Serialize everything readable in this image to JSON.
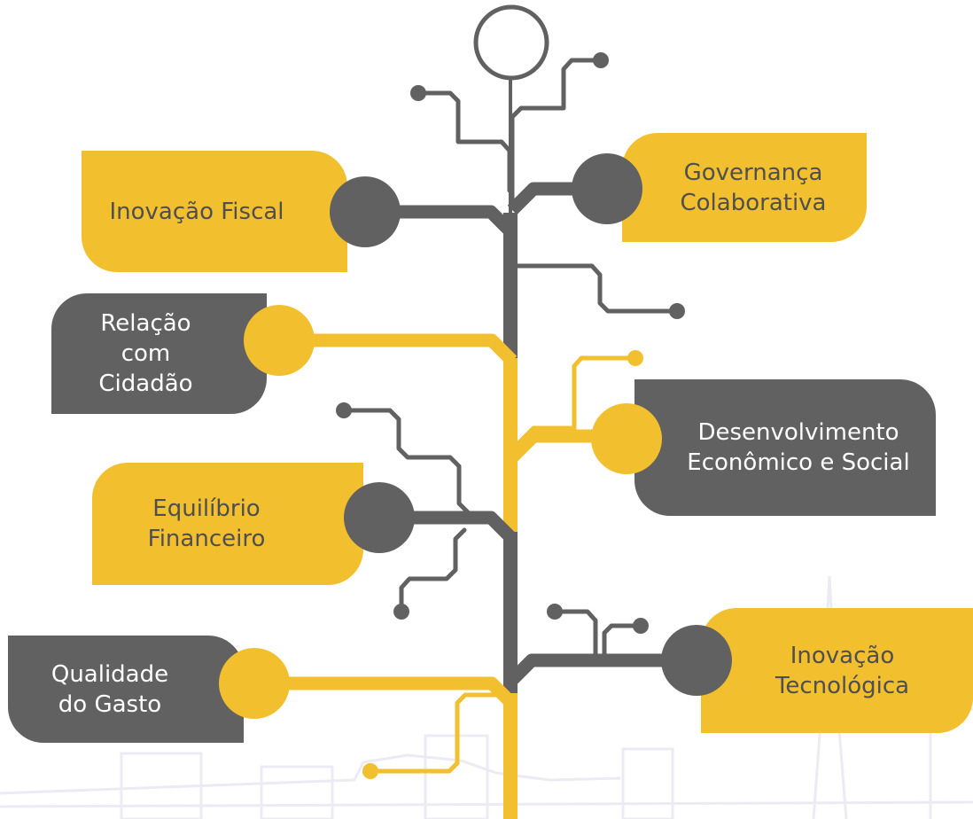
{
  "colors": {
    "yellow": "#f2bf2e",
    "gray": "#616161",
    "yellow_text": "#4f4f4f",
    "gray_text": "#ffffff",
    "skyline": "#ecebf3"
  },
  "pillars": [
    {
      "id": "inovacao-fiscal",
      "label": "Inovação Fiscal",
      "box_color": "yellow"
    },
    {
      "id": "governanca-colaborativa",
      "label": "Governança\nColaborativa",
      "box_color": "yellow"
    },
    {
      "id": "relacao-com-cidadao",
      "label": "Relação\ncom\nCidadão",
      "box_color": "gray"
    },
    {
      "id": "desenvolvimento-economico-social",
      "label": "Desenvolvimento\nEconômico e Social",
      "box_color": "gray"
    },
    {
      "id": "equilibrio-financeiro",
      "label": "Equilíbrio\nFinanceiro",
      "box_color": "yellow"
    },
    {
      "id": "qualidade-do-gasto",
      "label": "Qualidade\ndo Gasto",
      "box_color": "gray"
    },
    {
      "id": "inovacao-tecnologica",
      "label": "Inovação\nTecnológica",
      "box_color": "yellow"
    }
  ]
}
